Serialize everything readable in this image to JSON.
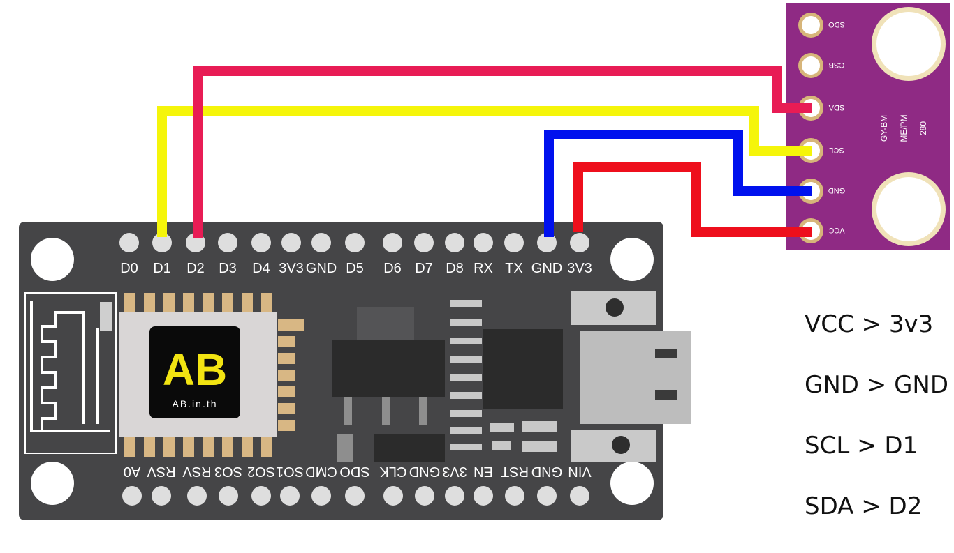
{
  "board": {
    "top_pins": [
      "D0",
      "D1",
      "D2",
      "D3",
      "D4",
      "3V3",
      "GND",
      "D5",
      "D6",
      "D7",
      "D8",
      "RX",
      "TX",
      "GND",
      "3V3"
    ],
    "bottom_pins": [
      "A0",
      "RSV",
      "RSV",
      "SO3",
      "SO2",
      "SO1",
      "CMD",
      "SDO",
      "CLK",
      "GND",
      "3V3",
      "EN",
      "RST",
      "GND",
      "VIN"
    ],
    "logo_mark": "AB",
    "logo_site": "AB.in.th"
  },
  "sensor": {
    "pins": [
      "SDO",
      "CSB",
      "SDA",
      "SCL",
      "GND",
      "VCC"
    ],
    "label_lines": [
      "GY-BM",
      "ME/PM",
      "280"
    ]
  },
  "wires": [
    {
      "from": "VCC",
      "to": "3V3",
      "color": "#ee0f1c"
    },
    {
      "from": "GND",
      "to": "GND",
      "color": "#0011ee"
    },
    {
      "from": "SCL",
      "to": "D1",
      "color": "#f5f50a"
    },
    {
      "from": "SDA",
      "to": "D2",
      "color": "#e81c55"
    }
  ],
  "legend": [
    "VCC > 3v3",
    "GND > GND",
    "SCL > D1",
    "SDA > D2"
  ]
}
